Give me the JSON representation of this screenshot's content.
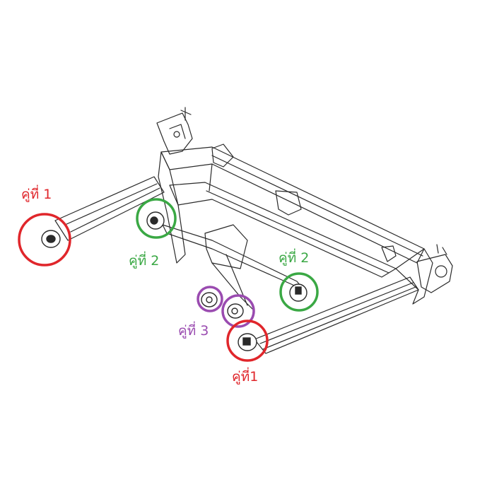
{
  "colors": {
    "red": "#e0262b",
    "green": "#3aa844",
    "purple": "#9a4bb0",
    "line": "#2a2a2a"
  },
  "labels": {
    "pair1_left": "คู่ที่ 1",
    "pair2_left": "คู่ที่ 2",
    "pair2_right": "คู่ที่ 2",
    "pair3": "คู่ที่ 3",
    "pair1_bottom": "คู่ที่1"
  }
}
